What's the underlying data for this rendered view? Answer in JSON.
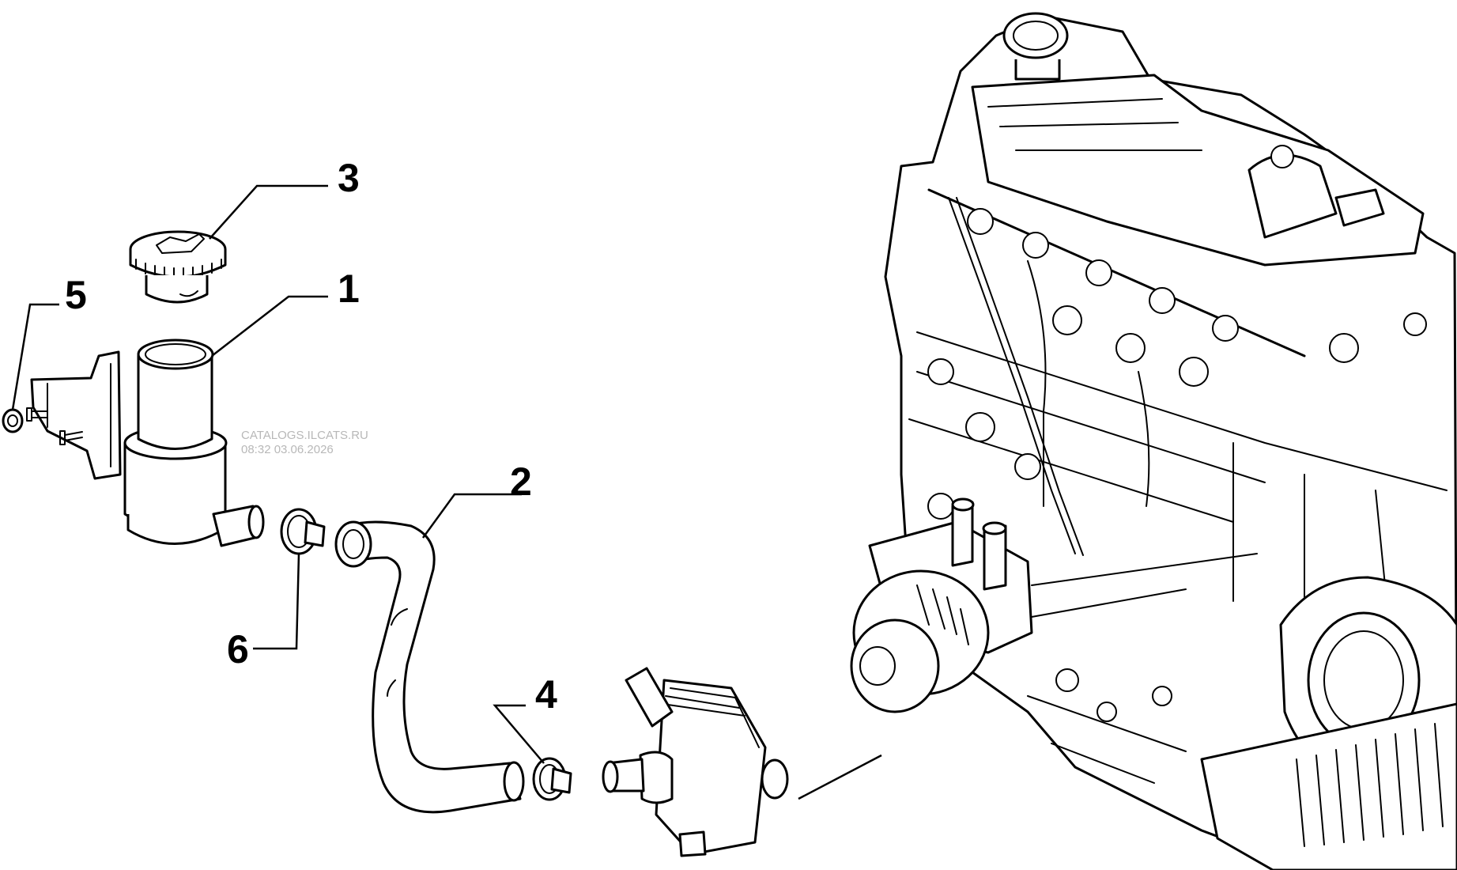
{
  "diagram": {
    "callouts": [
      {
        "id": "1",
        "label": "1"
      },
      {
        "id": "2",
        "label": "2"
      },
      {
        "id": "3",
        "label": "3"
      },
      {
        "id": "4",
        "label": "4"
      },
      {
        "id": "5",
        "label": "5"
      },
      {
        "id": "6",
        "label": "6"
      }
    ],
    "watermark": {
      "line1": "CATALOGS.ILCATS.RU",
      "line2": "08:32 03.06.2026"
    }
  }
}
